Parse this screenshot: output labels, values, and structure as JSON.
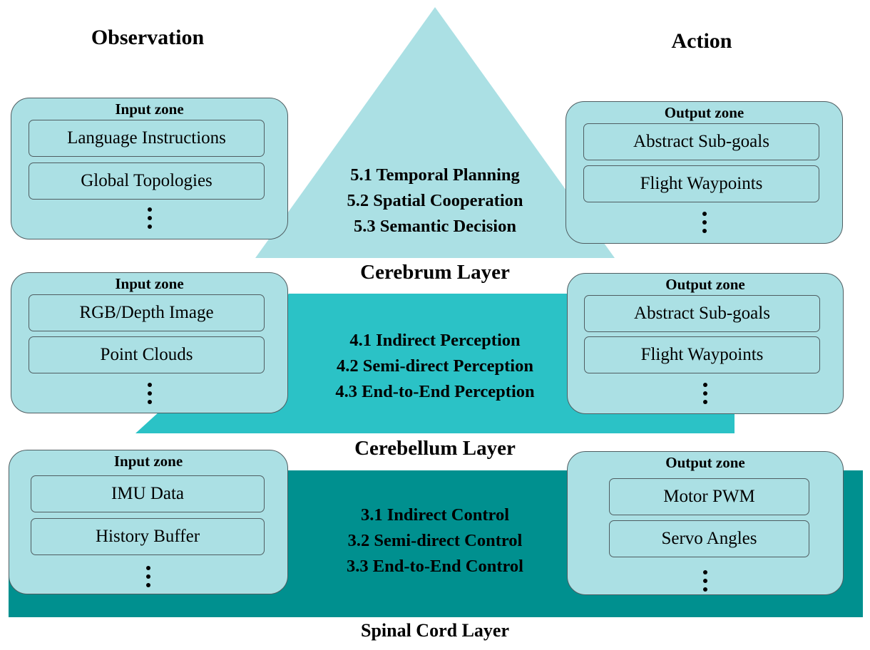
{
  "headings": {
    "observation": "Observation",
    "action": "Action"
  },
  "colors": {
    "cerebrum": "#abe0e4",
    "cerebellum": "#2bc2c6",
    "spinal": "#00908f",
    "zone_fill": "#abe0e4",
    "border": "#4f5d61"
  },
  "layers": {
    "cerebrum": {
      "label": "Cerebrum Layer",
      "items": [
        "5.1 Temporal Planning",
        "5.2 Spatial Cooperation",
        "5.3 Semantic Decision"
      ]
    },
    "cerebellum": {
      "label": "Cerebellum Layer",
      "items": [
        "4.1 Indirect Perception",
        "4.2 Semi-direct Perception",
        "4.3 End-to-End Perception"
      ]
    },
    "spinal": {
      "label": "Spinal Cord Layer",
      "items": [
        "3.1 Indirect Control",
        "3.2 Semi-direct Control",
        "3.3 End-to-End Control"
      ]
    }
  },
  "zones": {
    "cerebrum_input": {
      "title": "Input zone",
      "items": [
        "Language Instructions",
        "Global Topologies"
      ]
    },
    "cerebrum_output": {
      "title": "Output zone",
      "items": [
        "Abstract Sub-goals",
        "Flight Waypoints"
      ]
    },
    "cerebellum_input": {
      "title": "Input zone",
      "items": [
        "RGB/Depth Image",
        "Point Clouds"
      ]
    },
    "cerebellum_output": {
      "title": "Output zone",
      "items": [
        "Abstract Sub-goals",
        "Flight Waypoints"
      ]
    },
    "spinal_input": {
      "title": "Input zone",
      "items": [
        "IMU Data",
        "History Buffer"
      ]
    },
    "spinal_output": {
      "title": "Output zone",
      "items": [
        "Motor PWM",
        "Servo Angles"
      ]
    }
  }
}
